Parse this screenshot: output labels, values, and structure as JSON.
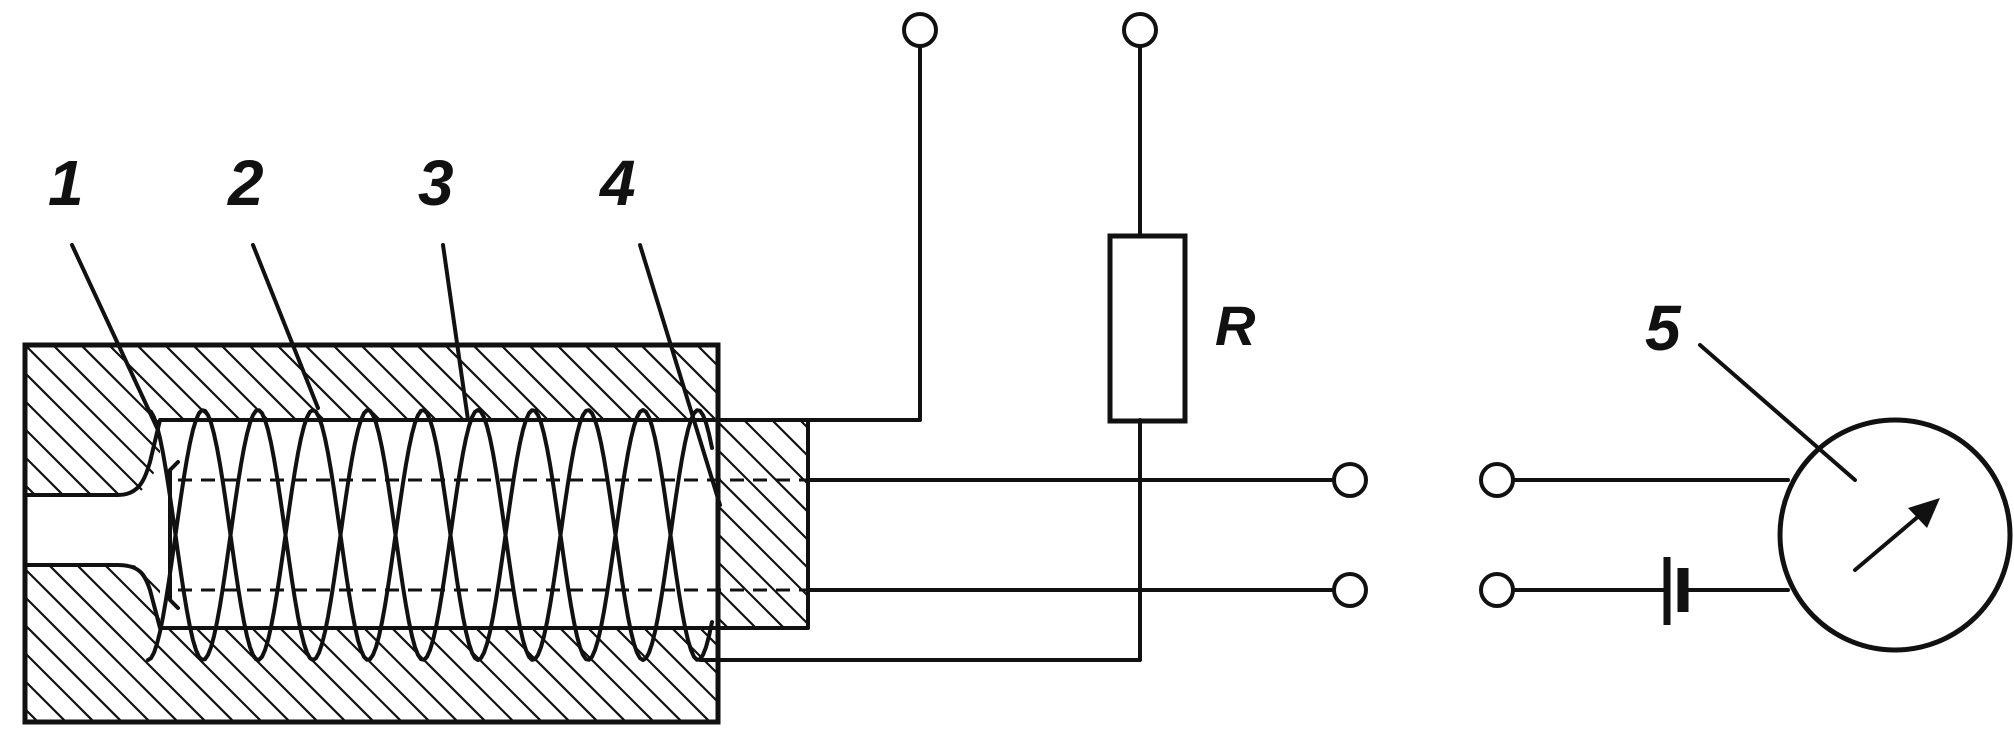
{
  "labels": {
    "part_1": "1",
    "part_2": "2",
    "part_3": "3",
    "part_4": "4",
    "part_5": "5",
    "resistor": "R"
  }
}
